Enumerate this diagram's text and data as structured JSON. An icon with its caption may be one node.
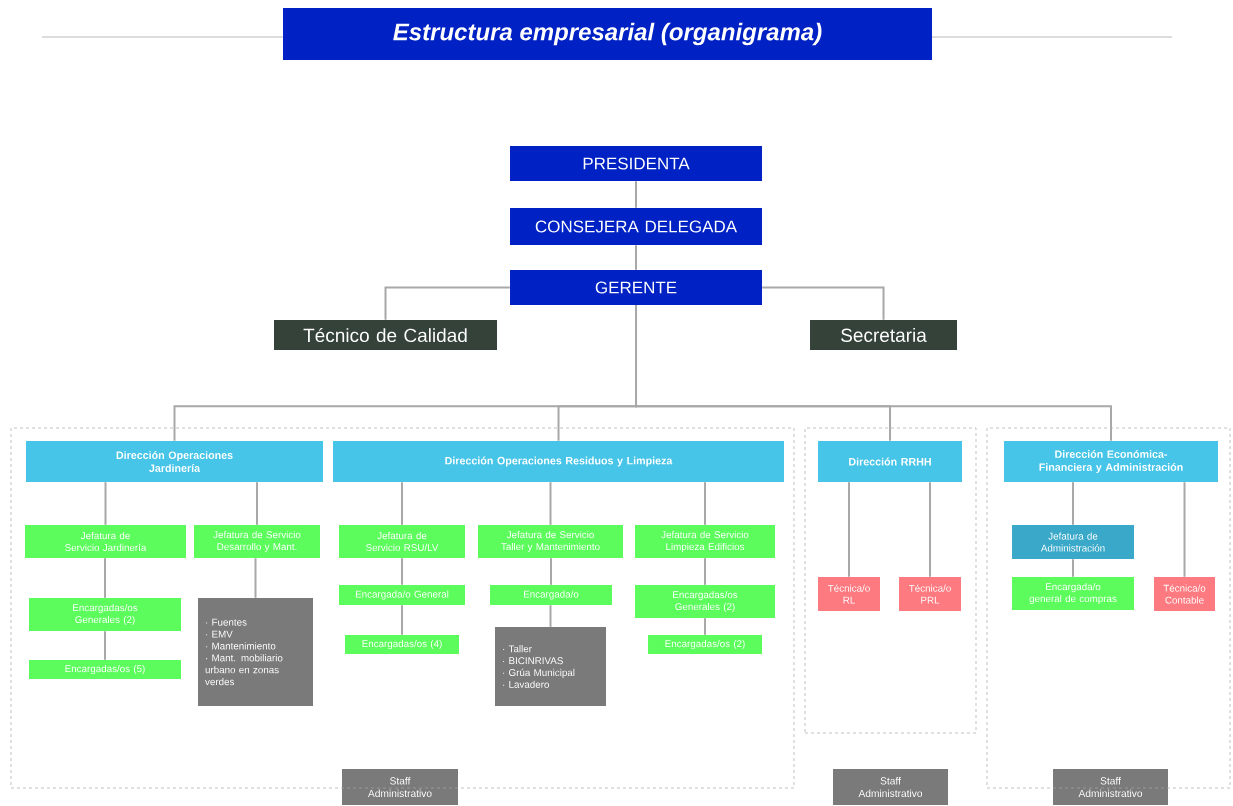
{
  "diagram": {
    "title": "Estructura empresarial (organigrama)",
    "nodes": [
      {
        "text": [
          "PRESIDENTA"
        ]
      },
      {
        "text": [
          "CONSEJERA DELEGADA"
        ]
      },
      {
        "text": [
          "GERENTE"
        ]
      },
      {
        "text": [
          "Técnico de Calidad"
        ]
      },
      {
        "text": [
          "Secretaria"
        ]
      },
      {
        "text": [],
        "shape": "box"
      },
      {
        "text": [
          "Dirección Operaciones Jardinería"
        ],
        "in": 5
      },
      {
        "text": [
          "Dirección Operaciones Residuos y Limpieza"
        ],
        "in": 5
      },
      {
        "text": [],
        "shape": "box"
      },
      {
        "text": [
          "Dirección RRHH"
        ],
        "in": 8
      },
      {
        "text": [],
        "shape": "box"
      },
      {
        "text": [
          "Dirección Económica-Financiera y Administración"
        ],
        "in": 10
      },
      {
        "text": [
          "Jefatura de Servicio Jardinería"
        ],
        "in": 5
      },
      {
        "text": [
          "Jefatura de Servicio Desarrollo y Mant."
        ],
        "in": 5
      },
      {
        "text": [
          "Jefatura de Servicio RSU/LV"
        ],
        "in": 5
      },
      {
        "text": [
          "Jefatura de Servicio Taller y Mantenimiento"
        ],
        "in": 5
      },
      {
        "text": [
          "Jefatura de Servicio Limpieza Edificios"
        ],
        "in": 5
      },
      {
        "text": [
          "Encargadas/os Generales (2)"
        ],
        "in": 5
      },
      {
        "text": [
          "· Fuentes",
          "· EMV",
          "· Mantenimiento",
          "· Mant. mobiliario urbano en zonas verdes"
        ],
        "in": 5
      },
      {
        "text": [
          "Encargada/o General"
        ],
        "in": 5
      },
      {
        "text": [
          "Encargada/o"
        ],
        "in": 5
      },
      {
        "text": [
          "Encargadas/os Generales (2)"
        ],
        "in": 5
      },
      {
        "text": [
          "Encargadas/os (5)"
        ],
        "in": 5
      },
      {
        "text": [
          "Encargadas/os (4)"
        ],
        "in": 5
      },
      {
        "text": [
          "· Taller",
          "· BICINRIVAS",
          "· Grúa Municipal",
          "· Lavadero"
        ],
        "in": 5
      },
      {
        "text": [
          "Encargadas/os (2)"
        ],
        "in": 5
      },
      {
        "text": [
          "Técnica/o RL"
        ],
        "in": 8
      },
      {
        "text": [
          "Técnica/o PRL"
        ],
        "in": 8
      },
      {
        "text": [
          "Jefatura de Administración"
        ],
        "in": 10
      },
      {
        "text": [
          "Técnica/o Contable"
        ],
        "in": 10
      },
      {
        "text": [
          "Encargada/o general de compras"
        ],
        "in": 10
      },
      {
        "text": [
          "Staff Administrativo"
        ]
      },
      {
        "text": [
          "Staff Administrativo"
        ]
      },
      {
        "text": [
          "Staff Administrativo"
        ]
      }
    ],
    "edges": [
      {
        "from": 0,
        "to": 1,
        "arrow": "none"
      },
      {
        "from": 1,
        "to": 2,
        "arrow": "none"
      },
      {
        "from": 2,
        "to": 3,
        "arrow": "none"
      },
      {
        "from": 2,
        "to": 4,
        "arrow": "none"
      },
      {
        "from": 2,
        "to": 6,
        "arrow": "none"
      },
      {
        "from": 2,
        "to": 7,
        "arrow": "none"
      },
      {
        "from": 2,
        "to": 9,
        "arrow": "none"
      },
      {
        "from": 2,
        "to": 11,
        "arrow": "none"
      },
      {
        "from": 6,
        "to": 12,
        "arrow": "none"
      },
      {
        "from": 6,
        "to": 13,
        "arrow": "none"
      },
      {
        "from": 7,
        "to": 14,
        "arrow": "none"
      },
      {
        "from": 7,
        "to": 15,
        "arrow": "none"
      },
      {
        "from": 7,
        "to": 16,
        "arrow": "none"
      },
      {
        "from": 12,
        "to": 17,
        "arrow": "none"
      },
      {
        "from": 17,
        "to": 22,
        "arrow": "none"
      },
      {
        "from": 13,
        "to": 18,
        "arrow": "none"
      },
      {
        "from": 14,
        "to": 19,
        "arrow": "none"
      },
      {
        "from": 19,
        "to": 23,
        "arrow": "none"
      },
      {
        "from": 15,
        "to": 20,
        "arrow": "none"
      },
      {
        "from": 20,
        "to": 24,
        "arrow": "none"
      },
      {
        "from": 16,
        "to": 21,
        "arrow": "none"
      },
      {
        "from": 21,
        "to": 25,
        "arrow": "none"
      },
      {
        "from": 9,
        "to": 26,
        "arrow": "none"
      },
      {
        "from": 9,
        "to": 27,
        "arrow": "none"
      },
      {
        "from": 11,
        "to": 28,
        "arrow": "none"
      },
      {
        "from": 28,
        "to": 30,
        "arrow": "none"
      },
      {
        "from": 11,
        "to": 29,
        "arrow": "none"
      }
    ]
  }
}
